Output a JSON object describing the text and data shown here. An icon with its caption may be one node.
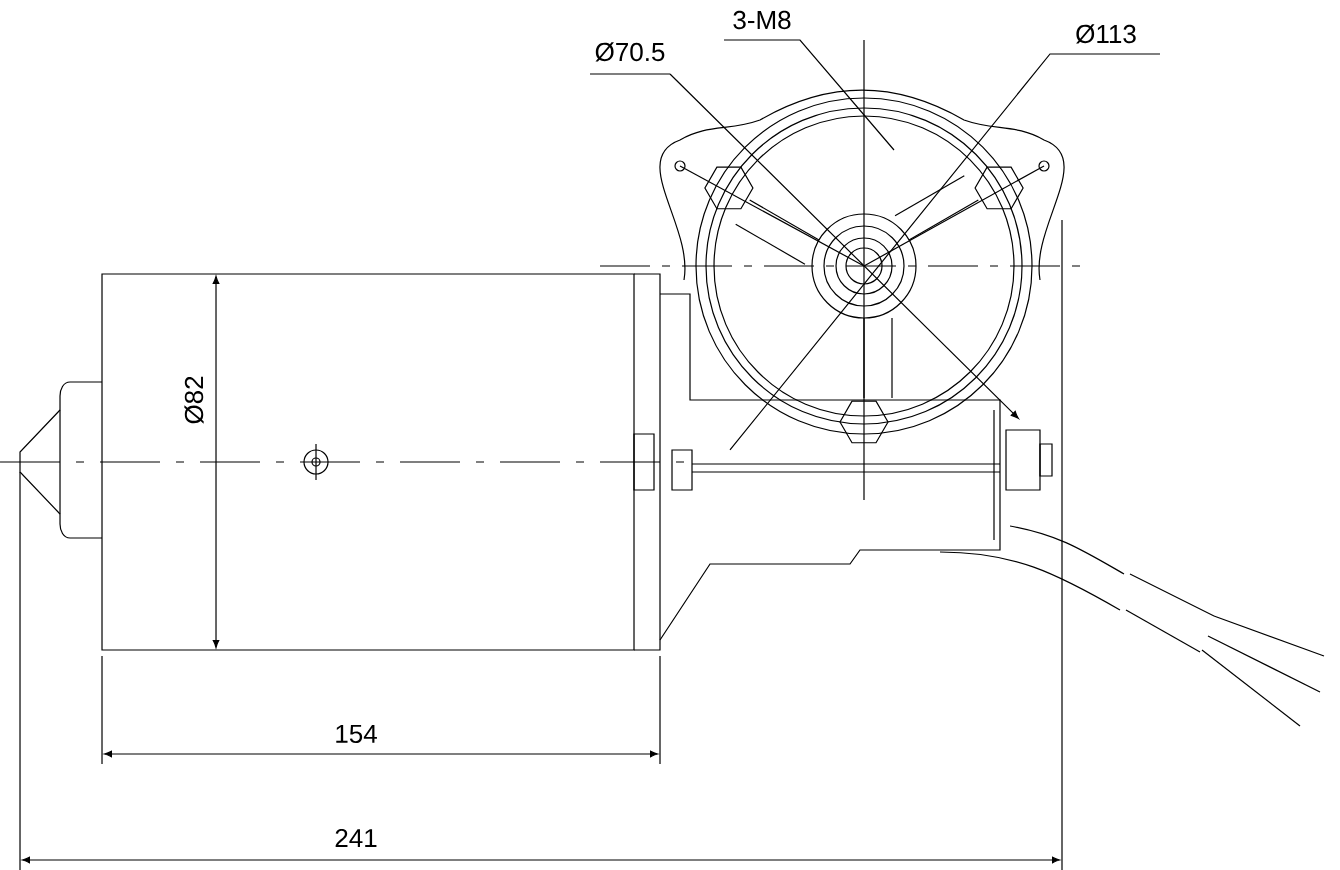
{
  "diagram": {
    "labels": [
      "Ø70.5",
      "3-M8",
      "Ø113",
      "Ø82",
      "154",
      "241"
    ]
  }
}
